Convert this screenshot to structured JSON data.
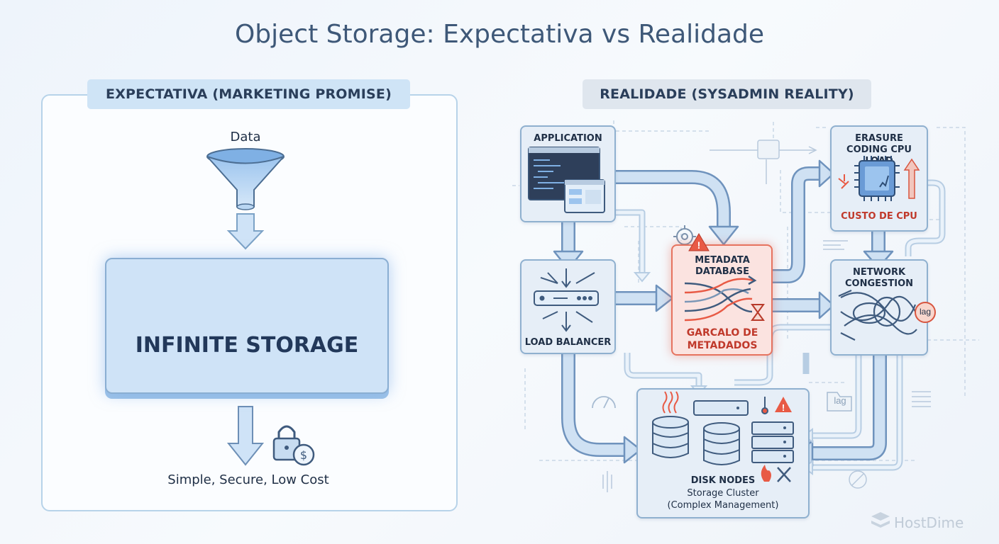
{
  "title": "Object Storage: Expectativa vs Realidade",
  "expectation": {
    "label": "EXPECTATIVA (MARKETING PROMISE)",
    "data_label": "Data",
    "storage_label": "INFINITE STORAGE",
    "tagline": "Simple, Secure, Low Cost",
    "icons": [
      "funnel-icon",
      "arrow-down-icon",
      "cloud-lock-icon",
      "padlock-icon",
      "dollar-coin-icon"
    ]
  },
  "reality": {
    "label": "REALIDADE (SYSADMIN REALITY)",
    "application": "APPLICATION",
    "load_balancer": "LOAD BALANCER",
    "metadata_title": "METADATA DATABASE",
    "metadata_sub": "GARCALO DE METADADOS",
    "erasure_title": "ERASURE CODING CPU LOAD",
    "erasure_sub": "CUSTO DE CPU",
    "network_title": "NETWORK CONGESTION",
    "network_badge": "lag",
    "disk_title": "DISK NODES",
    "disk_sub1": "Storage Cluster",
    "disk_sub2": "(Complex Management)",
    "bg_lag_label": "lag",
    "icons": [
      "code-window-icon",
      "router-icon",
      "tangled-arrows-icon",
      "hourglass-icon",
      "cpu-chip-icon",
      "cable-tangle-icon",
      "database-stack-icon",
      "server-rack-icon",
      "warning-icon",
      "thermometer-icon",
      "fire-icon",
      "wrench-icon",
      "gear-icon",
      "gauge-icon"
    ]
  },
  "brand": "HostDime",
  "colors": {
    "accent_blue": "#8fb0cf",
    "warning_red": "#e6735f",
    "text_dark": "#1f2f46"
  }
}
